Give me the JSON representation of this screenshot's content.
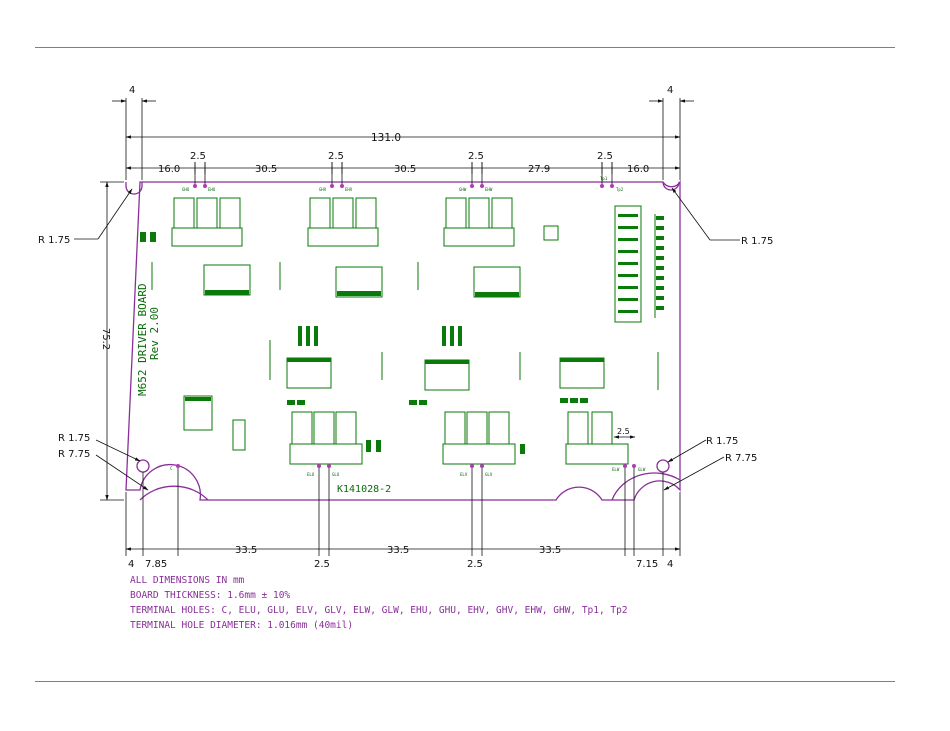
{
  "colors": {
    "rule": "#d9556b",
    "outline": "#8a2f9a",
    "copper": "#0a7a0a",
    "dimension": "#111111",
    "notes": "#8a2f9a"
  },
  "board": {
    "title": "M652 DRIVER BOARD",
    "revision": "Rev 2.00",
    "part_number": "K141028-2"
  },
  "dimensions": {
    "top_hole_offset_left": "4",
    "top_hole_offset_right": "4",
    "overall_width": "131.0",
    "seg_left_edge": "16.0",
    "seg_gap_1": "2.5",
    "seg_span_1": "30.5",
    "seg_gap_2": "2.5",
    "seg_span_2": "30.5",
    "seg_gap_3": "2.5",
    "seg_span_3": "27.9",
    "seg_gap_4": "2.5",
    "seg_right_edge": "16.0",
    "board_height": "75.2",
    "radius_top_left": "R 1.75",
    "radius_top_right": "R 1.75",
    "radius_bl_hole": "R 1.75",
    "radius_bl_notch": "R 7.75",
    "radius_br_hole": "R 1.75",
    "radius_br_notch": "R 7.75",
    "small_span": "2.5",
    "bottom_left_offset": "4",
    "bottom_left_pos": "7.85",
    "bottom_span_1": "33.5",
    "bottom_gap_1": "2.5",
    "bottom_span_2": "33.5",
    "bottom_gap_2": "2.5",
    "bottom_span_3": "33.5",
    "bottom_right_pos": "7.15",
    "bottom_right_offset": "4"
  },
  "terminals": {
    "bottom": [
      "C",
      "ELU",
      "GLU",
      "ELV",
      "GLV",
      "ELW",
      "GLW"
    ],
    "top": [
      "GHU",
      "EHU",
      "GHV",
      "EHV",
      "GHW",
      "EHW",
      "Tp1",
      "Tp2"
    ]
  },
  "notes": [
    "ALL DIMENSIONS IN mm",
    "BOARD THICKNESS: 1.6mm ± 10%",
    "TERMINAL HOLES: C, ELU, GLU, ELV, GLV, ELW, GLW, EHU, GHU, EHV, GHV, EHW, GHW, Tp1, Tp2",
    "TERMINAL HOLE DIAMETER: 1.016mm (40mil)"
  ]
}
